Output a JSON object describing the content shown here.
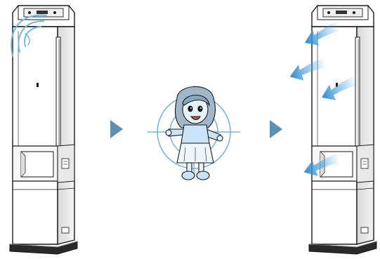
{
  "figure": {
    "panels": [
      {
        "id": "before",
        "content": "tower-air-conditioner",
        "sensor_waves": true
      },
      {
        "id": "detect",
        "content": "person-in-target-crosshair"
      },
      {
        "id": "after",
        "content": "tower-air-conditioner",
        "airflow_arrows": 4
      }
    ],
    "flow_arrows": 2
  },
  "colors": {
    "outline": "#1a1a1a",
    "panel_fill": "#ffffff",
    "panel_shade": "#e6e6e6",
    "airflow_blue": "#4aa3e0",
    "wave_blue": "#6fb9e8",
    "crosshair_blue": "#5aa8dc",
    "person_fill": "#c9e4f7",
    "flow_arrow": "#5b8fb5"
  }
}
